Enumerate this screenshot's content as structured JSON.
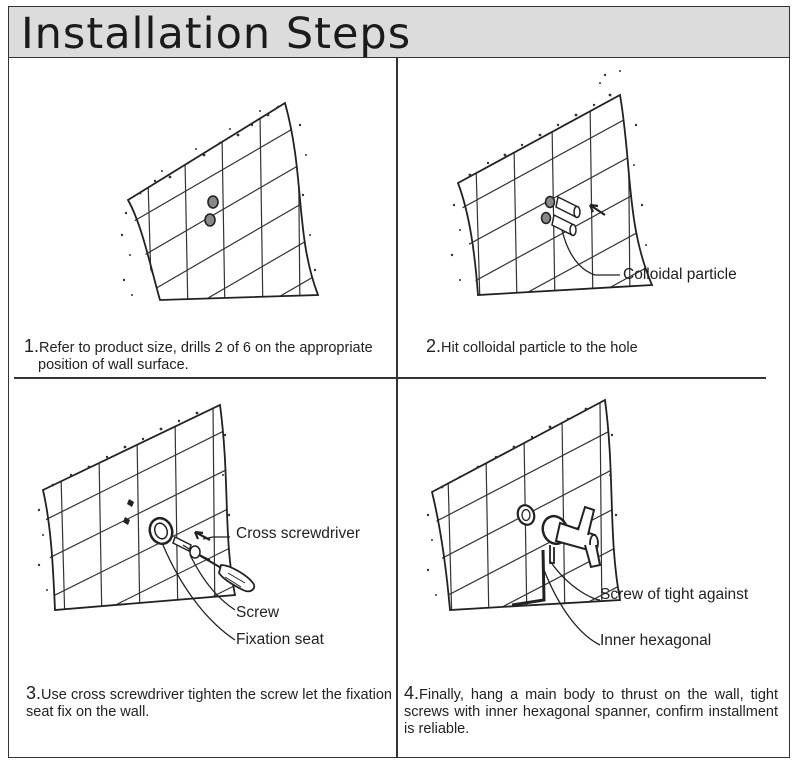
{
  "title": "Installation Steps",
  "steps": [
    {
      "num": "1.",
      "text_line1": "Refer to product size, drills 2 of  6 on the appropriate",
      "text_line2": "position of wall surface."
    },
    {
      "num": "2.",
      "text": "Hit colloidal particle to the hole"
    },
    {
      "num": "3.",
      "text": "Use cross screwdriver tighten the screw let the fixation seat fix on the wall."
    },
    {
      "num": "4.",
      "text": "Finally, hang a main body to thrust on the wall, tight screws with inner hexagonal spanner, confirm installment is reliable."
    }
  ],
  "callouts": {
    "colloidal_particle": "Colloidal particle",
    "cross_screwdriver": "Cross screwdriver",
    "screw": "Screw",
    "fixation_seat": "Fixation seat",
    "screw_of_tight_against": "Screw of tight against",
    "inner_hexagonal": "Inner hexagonal"
  }
}
